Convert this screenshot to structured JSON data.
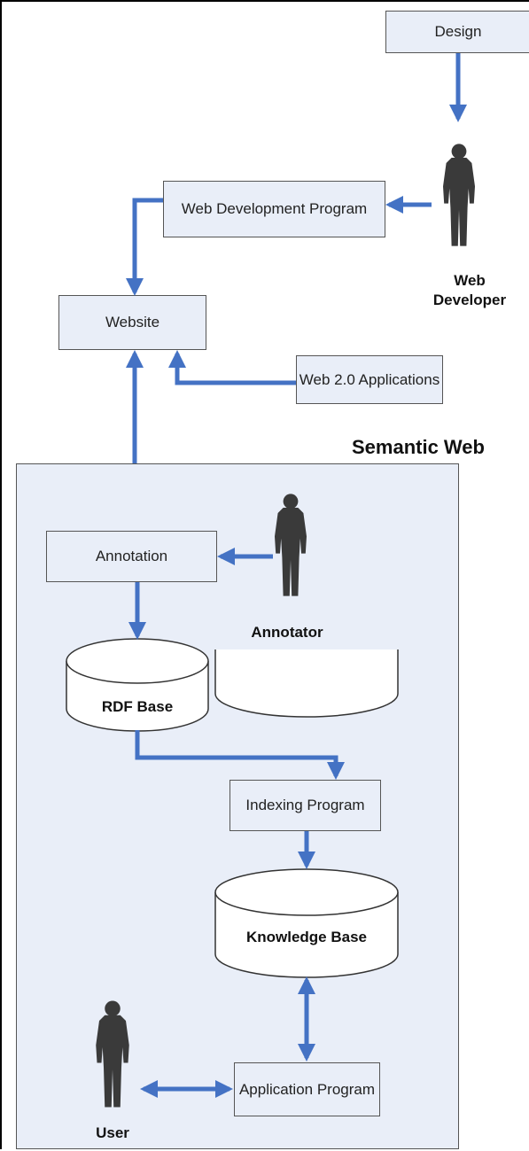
{
  "design": "Design",
  "web_development_program": "Web Development Program",
  "web_developer": [
    "Web",
    "Developer"
  ],
  "website": "Website",
  "web20_applications": "Web 2.0 Applications",
  "semantic_web": "Semantic Web",
  "annotation": "Annotation",
  "annotator": "Annotator",
  "rdf_base": "RDF Base",
  "indexing_program": "Indexing Program",
  "knowledge_base": "Knowledge Base",
  "user": "User",
  "application_program": "Application Program",
  "colors": {
    "arrow": "#4472c4",
    "box_fill": "#e9eef8",
    "figure": "#3a3a3a"
  }
}
